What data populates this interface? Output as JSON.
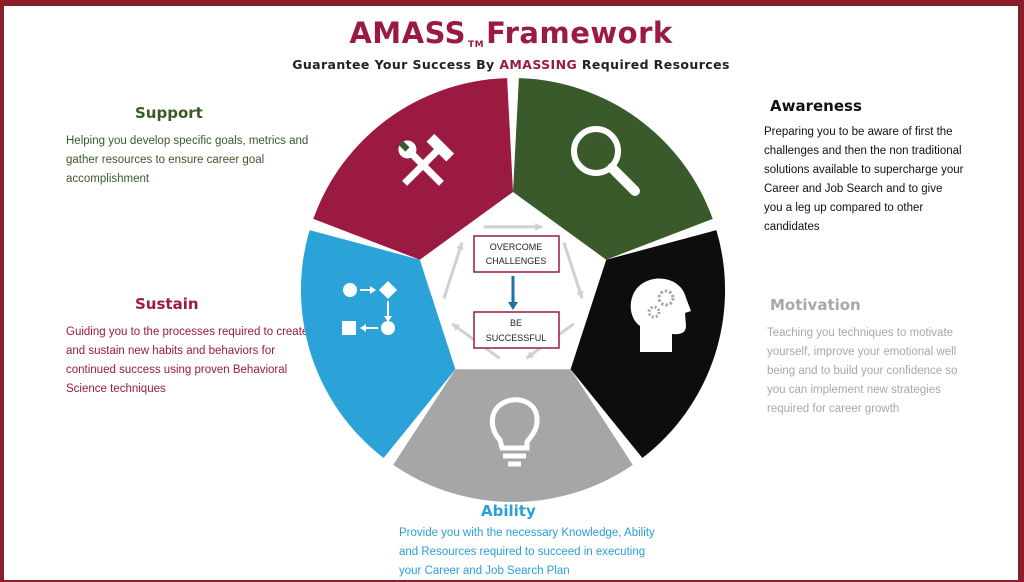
{
  "header": {
    "title": "AMASS",
    "tm": "TM",
    "title_rest": "Framework",
    "subtitle_pre": "Guarantee Your Success By ",
    "subtitle_highlight": "AMASSING",
    "subtitle_post": " Required Resources"
  },
  "center": {
    "top_box": "OVERCOME CHALLENGES",
    "bottom_box": "BE SUCCESSFUL"
  },
  "sections": {
    "support": {
      "title": "Support",
      "text": "Helping you develop specific goals, metrics and gather resources to ensure career goal accomplishment",
      "color": "#3b5a2b",
      "icon": "hammer-wrench-icon"
    },
    "awareness": {
      "title": "Awareness",
      "text": "Preparing you to be aware of first the challenges and then the non traditional solutions available to supercharge your Career and Job Search and to give you a leg up compared to other candidates",
      "color": "#0d0d0d",
      "icon": "magnifier-icon"
    },
    "motivation": {
      "title": "Motivation",
      "text": "Teaching you techniques to motivate yourself, improve your emotional well being and to build your confidence so you can implement new strategies required for career growth",
      "color": "#a6a6a6",
      "icon": "head-gears-icon"
    },
    "ability": {
      "title": "Ability",
      "text": "Provide you with the necessary Knowledge, Ability and Resources required to succeed in executing your Career and Job Search Plan",
      "color": "#2ba3d9",
      "icon": "lightbulb-icon"
    },
    "sustain": {
      "title": "Sustain",
      "text": "Guiding you to the processes required to create and sustain new habits and behaviors for continued success using proven Behavioral Science techniques",
      "color": "#9b1a42",
      "icon": "process-flow-icon"
    }
  }
}
